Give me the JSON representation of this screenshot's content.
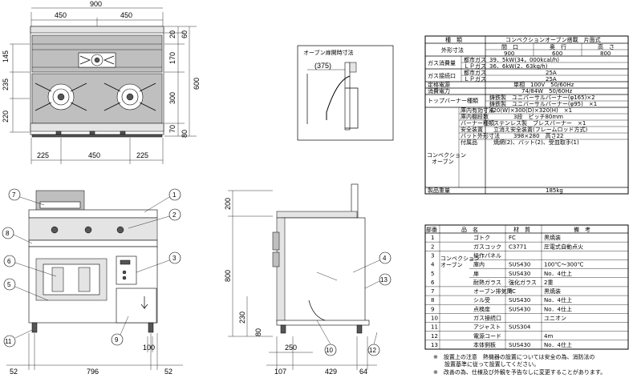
{
  "top_view": {
    "overall_width": "900",
    "half_left": "450",
    "half_right": "450",
    "bottom_left": "225",
    "bottom_mid": "450",
    "bottom_right": "225",
    "left_dims": [
      "145",
      "235",
      "220"
    ],
    "right_dims": [
      "20",
      "60",
      "170",
      "600",
      "300",
      "70",
      "80"
    ]
  },
  "oven_door_box": {
    "title": "オーブン扉開時寸法",
    "dim": "(375)"
  },
  "spec_table": {
    "header": [
      "種　類",
      "コンベクションオーブン搭載　片面式"
    ],
    "rows": [
      {
        "label": "外形寸法",
        "sub": "",
        "cells": [
          "間　口",
          "奥　行",
          "高　さ"
        ]
      },
      {
        "label": "",
        "sub": "",
        "cells": [
          "900",
          "600",
          "800"
        ]
      },
      {
        "label": "ガス消費量",
        "sub": "都市ガス",
        "value": "39．5kW(34，000kcal/h)"
      },
      {
        "label": "",
        "sub": "ＬＰガス",
        "value": "36．6kW(2．63kg/h)"
      },
      {
        "label": "ガス接続口",
        "sub": "都市ガス",
        "value": "25A"
      },
      {
        "label": "",
        "sub": "ＬＰガス",
        "value": "25A"
      },
      {
        "label": "定格電源",
        "sub": "",
        "value": "単相　100V　50/60Hz"
      },
      {
        "label": "消費電力",
        "sub": "",
        "value": "74/84W　50/60Hz"
      },
      {
        "label": "トップバーナー種類",
        "sub": "",
        "value": "鋳鉄製　ユニバーサルバーナー(φ165)×2"
      },
      {
        "label": "",
        "sub": "",
        "value": "鋳鉄製　ユニバーサルバーナー(φ95)　×1"
      },
      {
        "label": "コンベクション",
        "sub": "庫内有効寸法",
        "value": "420(W)×300(D)×320(H)　×1"
      },
      {
        "label": "オーブン",
        "sub": "庫内棚段数",
        "value": "3段　ピッチ80mm"
      },
      {
        "label": "",
        "sub": "バーナー種類",
        "value": "ステンレス製　ブレスバーナー　×1"
      },
      {
        "label": "",
        "sub": "安全装置",
        "value": "立消え安全装置(フレームロッド方式)"
      },
      {
        "label": "",
        "sub": "バット外形寸法",
        "value": "398×280　高さ22"
      },
      {
        "label": "",
        "sub": "付属品",
        "value": "焼網(2)、バット(2)、受皿取手(1)"
      },
      {
        "label": "製品重量",
        "sub": "",
        "value": "185kg"
      }
    ]
  },
  "parts_table": {
    "header": [
      "部番",
      "品　名",
      "材　質",
      "備　考"
    ],
    "rows": [
      [
        "1",
        "ゴトク",
        "FC",
        "黒焼装"
      ],
      [
        "2",
        "ガスコック",
        "C3771",
        "圧電式自動点火"
      ],
      [
        "3",
        "操作パネル",
        "",
        ""
      ],
      [
        "4",
        "庫内",
        "SUS430",
        "100℃〜300℃"
      ],
      [
        "5",
        "扉",
        "SUS430",
        "No．4仕上"
      ],
      [
        "6",
        "耐熱ガラス",
        "強化ガラス",
        "2重"
      ],
      [
        "7",
        "オーブン排気筒",
        "FC",
        "黒焼装"
      ],
      [
        "8",
        "シル受",
        "SUS430",
        "No．4仕上"
      ],
      [
        "9",
        "点検扉",
        "SUS430",
        "No．4仕上"
      ],
      [
        "10",
        "ガス接続口",
        "",
        "ユニオン"
      ],
      [
        "11",
        "アジャスト",
        "SUS304",
        ""
      ],
      [
        "12",
        "電源コード",
        "",
        "4m"
      ],
      [
        "13",
        "本体側板",
        "SUS430",
        "No．4仕上"
      ]
    ],
    "group_label": "コンベクション\nオーブン"
  },
  "notes": [
    "※　設置上の注意　熱機器の設置については安全の為、消防法の",
    "　　設置基準に従って設置してください。",
    "※　改善の為、仕様及び外観を予告なしに変更することがあります。"
  ],
  "front_view": {
    "callouts": [
      "7",
      "1",
      "2",
      "8",
      "3",
      "6",
      "5",
      "9",
      "11"
    ],
    "bottom_dims": [
      "52",
      "796",
      "52"
    ],
    "mid_dim": "100"
  },
  "side_view": {
    "dims_left": [
      "200",
      "800",
      "230",
      "80"
    ],
    "bottom_dims": [
      "107",
      "429",
      "64"
    ],
    "inner_dim": "250",
    "callouts": [
      "4",
      "13",
      "10",
      "12"
    ]
  }
}
